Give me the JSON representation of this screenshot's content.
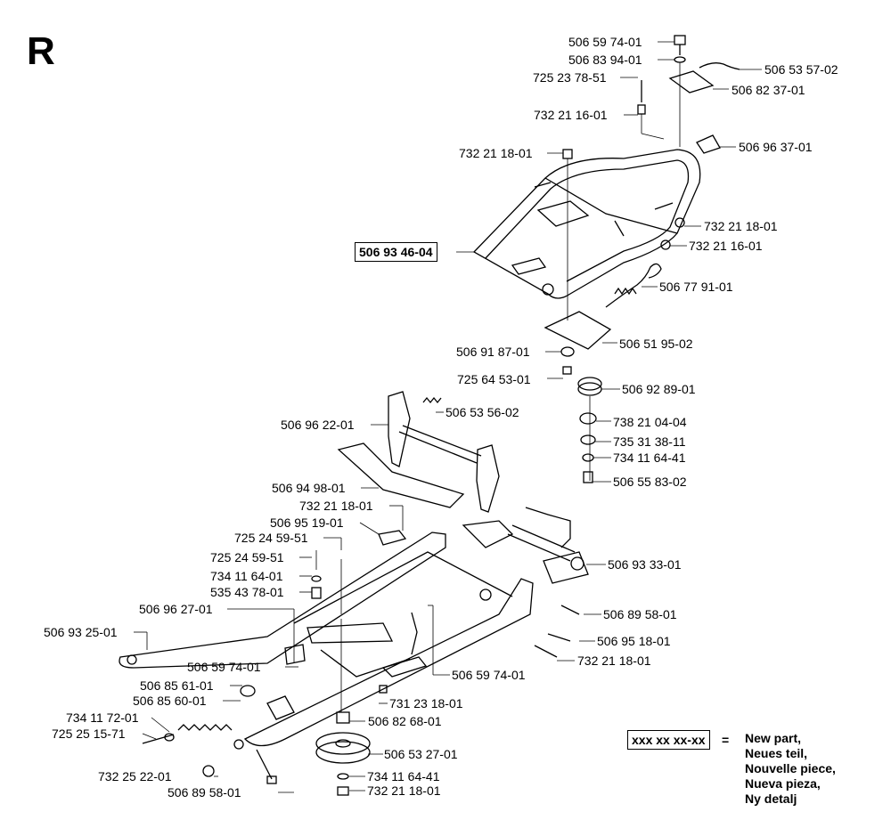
{
  "section_letter": "R",
  "main_part": "506 93 46-04",
  "labels": [
    "506 59 74-01",
    "506 83 94-01",
    "506 53 57-02",
    "725 23 78-51",
    "506 82 37-01",
    "732 21 16-01",
    "506 96 37-01",
    "732 21 18-01",
    "732 21 18-01",
    "732 21 16-01",
    "506 77 91-01",
    "506 51 95-02",
    "506 91 87-01",
    "725 64 53-01",
    "506 92 89-01",
    "738 21 04-04",
    "735 31 38-11",
    "734 11 64-41",
    "506 55 83-02",
    "506 96 22-01",
    "506 53 56-02",
    "506 94 98-01",
    "732 21 18-01",
    "506 95 19-01",
    "725 24 59-51",
    "725 24 59-51",
    "734 11 64-01",
    "535 43 78-01",
    "506 93 33-01",
    "506 96 27-01",
    "506 89 58-01",
    "506 93 25-01",
    "506 95 18-01",
    "506 59 74-01",
    "732 21 18-01",
    "506 59 74-01",
    "506 85 61-01",
    "731 23 18-01",
    "506 85 60-01",
    "506 82 68-01",
    "734 11 72-01",
    "725 25 15-71",
    "506 53 27-01",
    "732 25 22-01",
    "734 11 64-41",
    "506 89 58-01",
    "732 21 18-01"
  ],
  "legend": {
    "code": "xxx xx xx-xx",
    "equals": "=",
    "lines": [
      "New part,",
      "Neues teil,",
      "Nouvelle piece,",
      "Nueva pieza,",
      "Ny detalj"
    ]
  }
}
